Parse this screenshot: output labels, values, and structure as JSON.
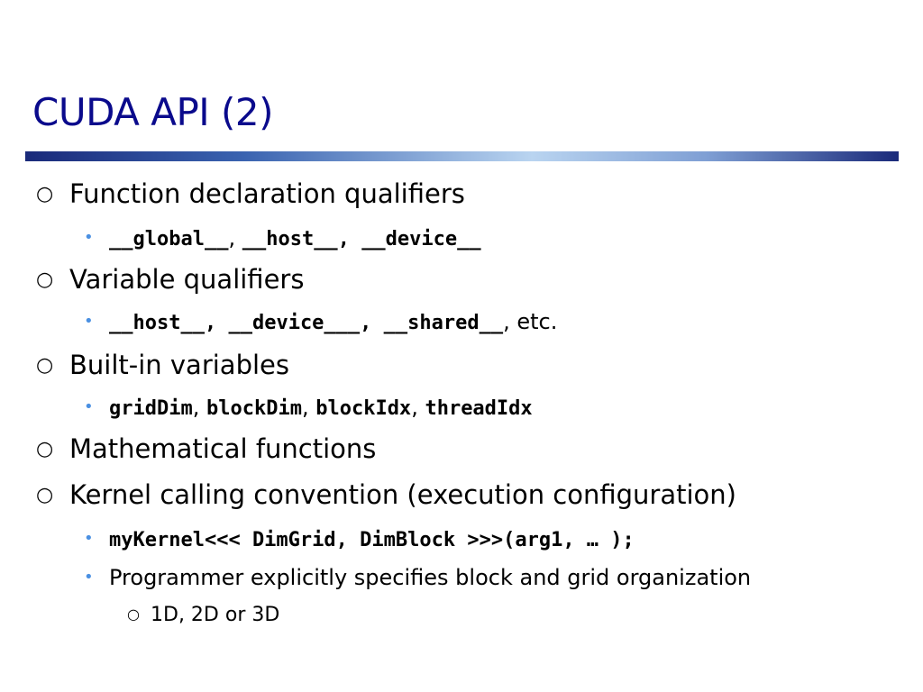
{
  "slide": {
    "title": "CUDA API (2)",
    "accent_color": "#0a0a8c",
    "bullet_color": "#4a90e2",
    "markers": {
      "level1": "○",
      "level2": "•",
      "level3": "○"
    },
    "items": [
      {
        "text": "Function declaration qualifiers",
        "sub": [
          {
            "parts": [
              {
                "t": "__global__",
                "code": true
              },
              {
                "t": ", ",
                "code": false
              },
              {
                "t": "__host__",
                "code": true
              },
              {
                "t": ", ",
                "code": true
              },
              {
                "t": "__device__",
                "code": true
              }
            ]
          }
        ]
      },
      {
        "text": "Variable qualifiers",
        "sub": [
          {
            "parts": [
              {
                "t": "__host__",
                "code": true
              },
              {
                "t": ", ",
                "code": true
              },
              {
                "t": "__device___",
                "code": true
              },
              {
                "t": ", ",
                "code": true
              },
              {
                "t": "__shared__",
                "code": true
              },
              {
                "t": ", etc.",
                "code": false
              }
            ]
          }
        ]
      },
      {
        "text": "Built-in variables",
        "sub": [
          {
            "parts": [
              {
                "t": "gridDim",
                "code": true
              },
              {
                "t": ", ",
                "code": false
              },
              {
                "t": "blockDim",
                "code": true
              },
              {
                "t": ", ",
                "code": false
              },
              {
                "t": "blockIdx",
                "code": true
              },
              {
                "t": ", ",
                "code": false
              },
              {
                "t": "threadIdx",
                "code": true
              }
            ]
          }
        ]
      },
      {
        "text": "Mathematical functions",
        "sub": []
      },
      {
        "text": "Kernel calling convention (execution configuration)",
        "sub": [
          {
            "parts": [
              {
                "t": "myKernel<<< DimGrid, DimBlock >>>(arg1, … );",
                "code": true
              }
            ]
          },
          {
            "parts": [
              {
                "t": "Programmer explicitly specifies block and grid organization",
                "code": false
              }
            ],
            "sub": [
              "1D, 2D or 3D"
            ]
          }
        ]
      }
    ]
  }
}
